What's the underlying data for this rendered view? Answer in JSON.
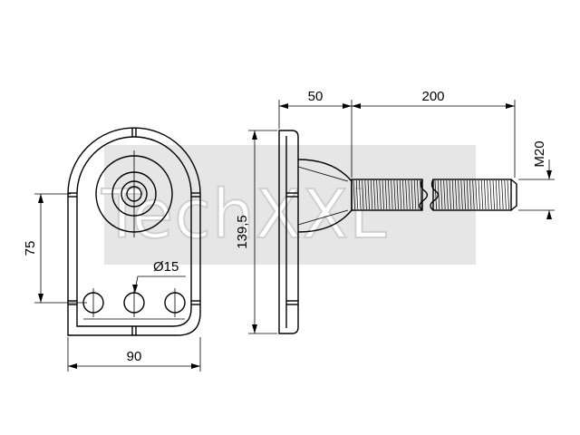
{
  "watermark": {
    "text": "TechXXL",
    "fill_color": "#e6e6e6",
    "outline_color": "#d0d0d0"
  },
  "dimensions": {
    "plate_width": "90",
    "plate_height": "75",
    "hole_diameter": "Ø15",
    "total_height": "139,5",
    "base_length": "50",
    "thread_length": "200",
    "thread_size": "M20"
  },
  "colors": {
    "line": "#000000",
    "background": "#ffffff"
  }
}
